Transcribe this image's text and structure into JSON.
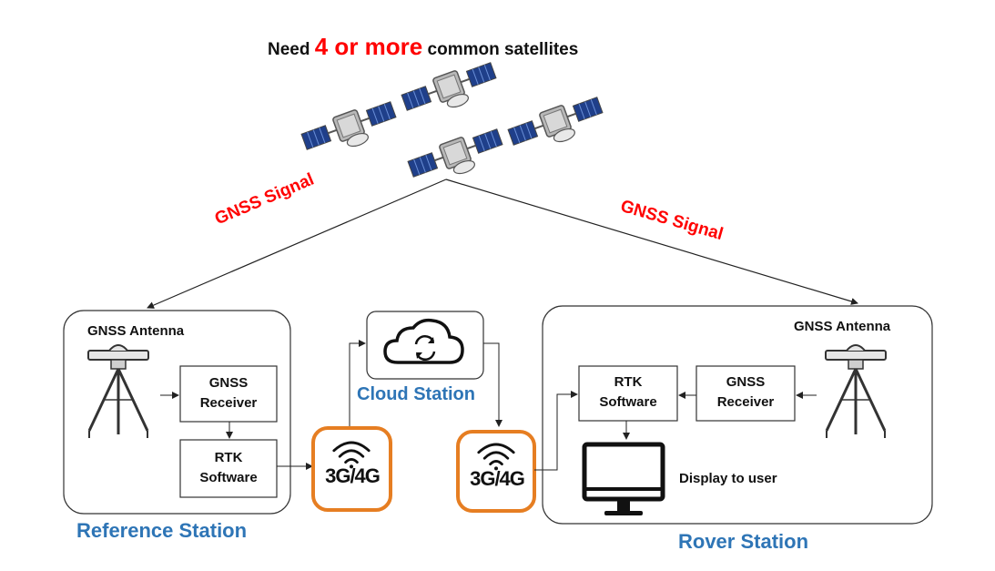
{
  "title": {
    "prefix": "Need",
    "emphasis": "4 or more",
    "suffix": "common satellites"
  },
  "signals": {
    "left": "GNSS Signal",
    "right": "GNSS Signal"
  },
  "reference_station": {
    "label": "Reference Station",
    "antenna": "GNSS Antenna",
    "receiver": [
      "GNSS",
      "Receiver"
    ],
    "software": [
      "RTK",
      "Software"
    ]
  },
  "cloud_station": {
    "label": "Cloud Station"
  },
  "network": {
    "left": "3G/4G",
    "right": "3G/4G"
  },
  "rover_station": {
    "label": "Rover Station",
    "antenna": "GNSS Antenna",
    "receiver": [
      "GNSS",
      "Receiver"
    ],
    "software": [
      "RTK",
      "Software"
    ],
    "display": "Display to user"
  },
  "colors": {
    "accent_red": "#ff0000",
    "station_blue": "#2e75b6",
    "network_orange": "#e67e22"
  }
}
